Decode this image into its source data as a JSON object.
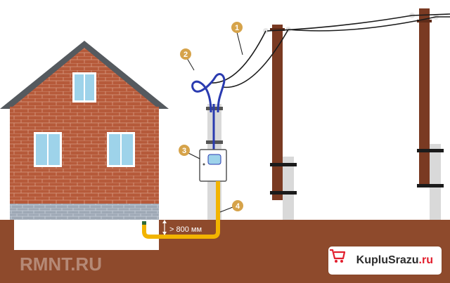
{
  "markers": [
    {
      "number": "1",
      "meaning": "overhead line"
    },
    {
      "number": "2",
      "meaning": "service drop"
    },
    {
      "number": "3",
      "meaning": "meter box"
    },
    {
      "number": "4",
      "meaning": "underground cable"
    }
  ],
  "dimension_label": "> 800 мм",
  "watermark_text": "RMNT.RU",
  "site_badge": {
    "name": "KupluSrazu",
    "suffix": ".ru"
  },
  "colors": {
    "brick": "#b65a3a",
    "roof": "#555a5f",
    "ground": "#8e4a2c",
    "pole_wood": "#7a3a22",
    "concrete": "#d9d9d9",
    "marker": "#d6a34a",
    "cable_yellow": "#f2b400",
    "wire_blue": "#2a3bb0",
    "accent_red": "#e21e2d"
  }
}
